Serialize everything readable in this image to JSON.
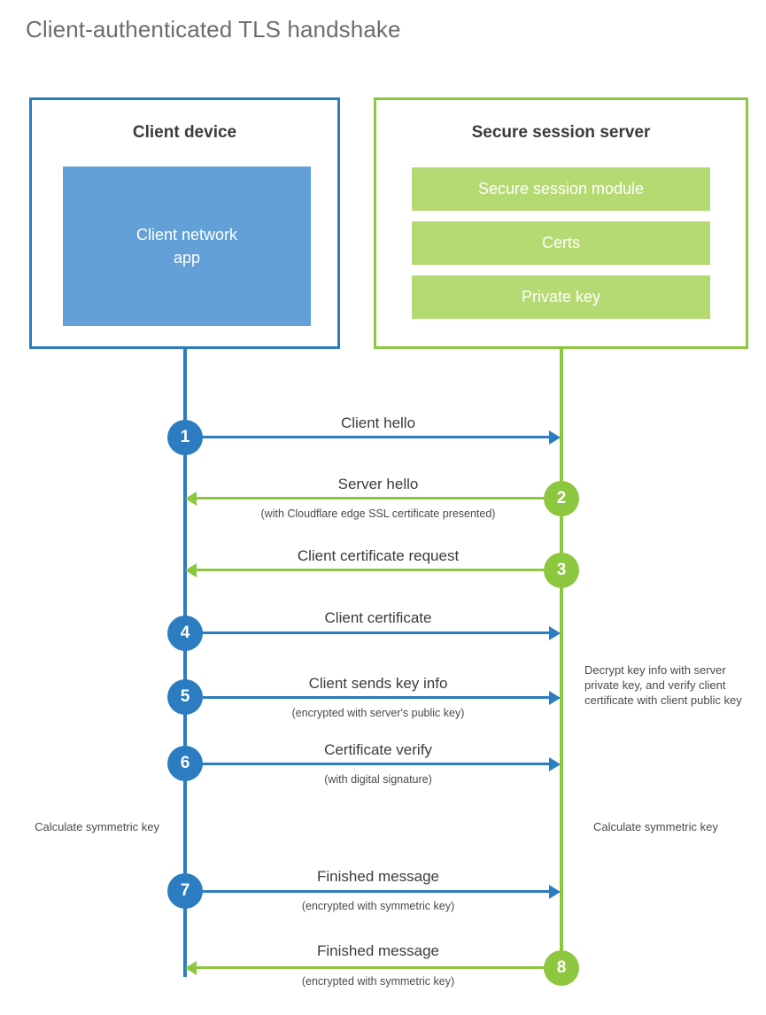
{
  "title": "Client-authenticated TLS handshake",
  "colors": {
    "blue": "#2b7cc0",
    "blue_light": "#63a0d8",
    "green": "#8dc63f",
    "green_light": "#b5d973",
    "title_gray": "#6d6d6d",
    "text_dark": "#3b3b3b",
    "background": "#ffffff"
  },
  "client_panel": {
    "title": "Client device",
    "app_label_line1": "Client network",
    "app_label_line2": "app"
  },
  "server_panel": {
    "title": "Secure session server",
    "items": [
      {
        "label": "Secure session module"
      },
      {
        "label": "Certs"
      },
      {
        "label": "Private key"
      }
    ]
  },
  "steps": [
    {
      "number": "1",
      "direction": "client-to-server",
      "label": "Client hello",
      "sublabel": ""
    },
    {
      "number": "2",
      "direction": "server-to-client",
      "label": "Server hello",
      "sublabel": "(with Cloudflare edge SSL certificate presented)"
    },
    {
      "number": "3",
      "direction": "server-to-client",
      "label": "Client certificate request",
      "sublabel": ""
    },
    {
      "number": "4",
      "direction": "client-to-server",
      "label": "Client certificate",
      "sublabel": ""
    },
    {
      "number": "5",
      "direction": "client-to-server",
      "label": "Client sends key info",
      "sublabel": "(encrypted with server's public key)"
    },
    {
      "number": "6",
      "direction": "client-to-server",
      "label": "Certificate verify",
      "sublabel": "(with digital signature)"
    },
    {
      "number": "7",
      "direction": "client-to-server",
      "label": "Finished message",
      "sublabel": "(encrypted with symmetric key)"
    },
    {
      "number": "8",
      "direction": "server-to-client",
      "label": "Finished message",
      "sublabel": "(encrypted with symmetric key)"
    }
  ],
  "notes": {
    "server_decrypt": "Decrypt key info with server private key, and verify client certificate with client public key",
    "client_calculate": "Calculate symmetric key",
    "server_calculate": "Calculate symmetric key"
  }
}
